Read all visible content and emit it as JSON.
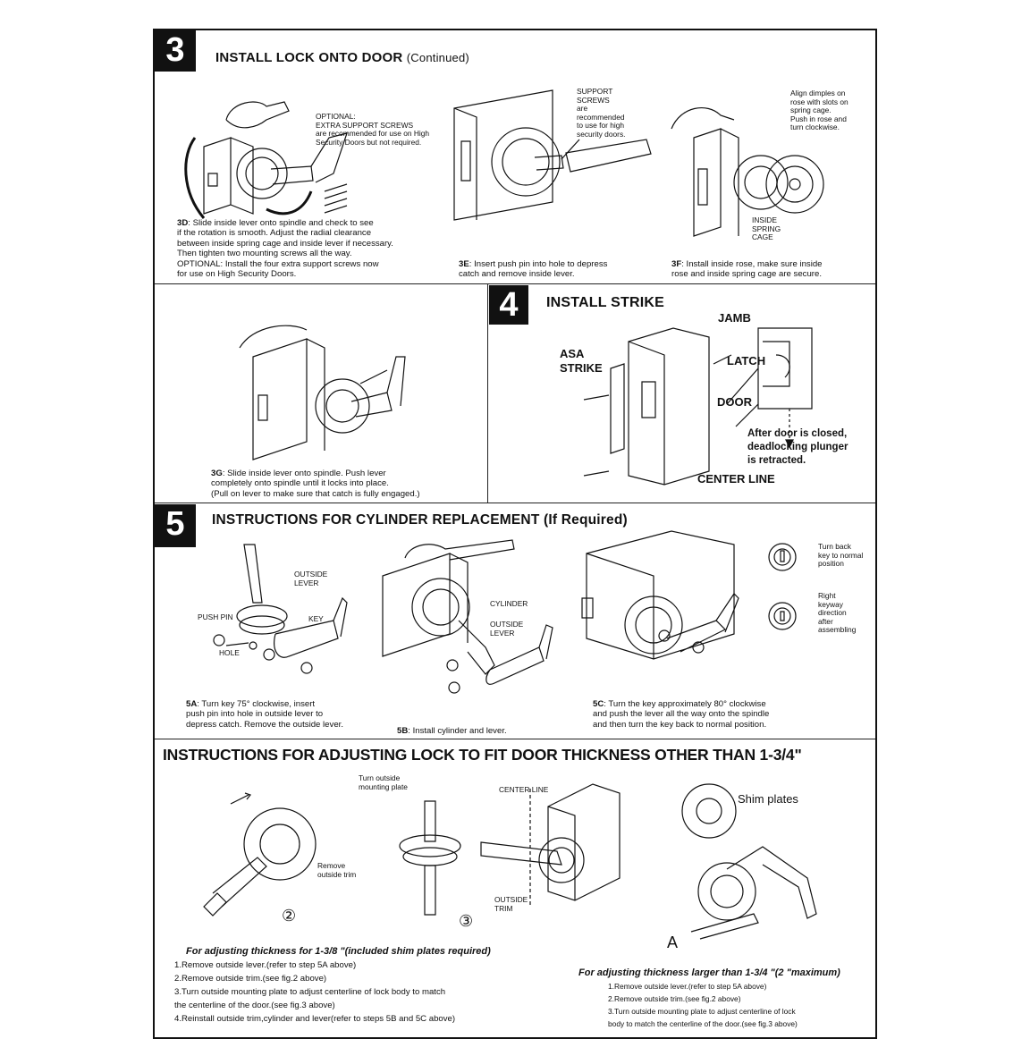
{
  "step3": {
    "number": "3",
    "title": "INSTALL LOCK ONTO DOOR",
    "title_sub": "(Continued)",
    "optional_note": "OPTIONAL:\nEXTRA SUPPORT SCREWS\nare recommended for use on High\nSecurity Doors but not required.",
    "caption_3d_label": "3D",
    "caption_3d": ": Slide inside lever onto spindle and check to see\nif the rotation is smooth. Adjust the radial clearance\nbetween inside spring cage and inside lever if necessary.\nThen tighten two mounting screws all the way.\nOPTIONAL: Install the four extra support screws now\n              for use on High Security Doors.",
    "support_note": "SUPPORT\nSCREWS\nare\nrecommended\nto use for high\nsecurity doors.",
    "caption_3e_label": "3E",
    "caption_3e": ": Insert push pin into hole to depress\ncatch and  remove inside lever.",
    "align_note": "Align dimples on\nrose with slots on\nspring cage.\nPush in rose and\nturn clockwise.",
    "inside_spring_cage": "INSIDE\nSPRING\nCAGE",
    "caption_3f_label": "3F",
    "caption_3f": ": Install inside rose, make sure inside\nrose and inside spring cage are secure.",
    "caption_3g_label": "3G",
    "caption_3g": ": Slide inside lever onto spindle. Push lever\ncompletely onto spindle until it locks into place.\n(Pull on lever to make sure that catch is fully engaged.)"
  },
  "step4": {
    "number": "4",
    "title": "INSTALL STRIKE",
    "jamb": "JAMB",
    "asa_strike": "ASA\nSTRIKE",
    "latch": "LATCH",
    "door": "DOOR",
    "plunger_note": "After door is closed,\ndeadlocking plunger\nis retracted.",
    "center_line": "CENTER  LINE"
  },
  "step5": {
    "number": "5",
    "title": "INSTRUCTIONS FOR CYLINDER REPLACEMENT (If Required)",
    "outside_lever": "OUTSIDE\nLEVER",
    "push_pin": "PUSH PIN",
    "key": "KEY",
    "hole": "HOLE",
    "cylinder": "CYLINDER",
    "outside_lever_2": "OUTSIDE\nLEVER",
    "turn_back_note": "Turn back\nkey to normal\nposition",
    "right_keyway_note": "Right\nkeyway\ndirection\nafter\nassembling",
    "caption_5a_label": "5A",
    "caption_5a": ": Turn key 75°  clockwise, insert\npush pin into hole in outside lever to\ndepress catch. Remove the outside lever.",
    "caption_5b_label": "5B",
    "caption_5b": ": Install cylinder and lever.",
    "caption_5c_label": "5C",
    "caption_5c": ": Turn the key approximately 80°  clockwise\nand push the lever all the way onto the spindle\nand then turn the key back to normal position."
  },
  "adjust": {
    "title": "INSTRUCTIONS FOR ADJUSTING LOCK TO FIT DOOR THICKNESS OTHER THAN 1-3/4\"",
    "turn_plate": "Turn outside\nmounting plate",
    "center_line": "CENTER LINE",
    "remove_trim": "Remove\noutside trim",
    "outside_trim": "OUTSIDE\nTRIM",
    "shim_plates": "Shim plates",
    "fig2": "②",
    "fig3": "③",
    "fig_a": "A",
    "left_title": "For  adjusting thickness for 1-3/8 \"(included shim plates required)",
    "left_steps": [
      "1.Remove outside lever.(refer to step 5A above)",
      "2.Remove outside trim.(see fig.2 above)",
      "3.Turn outside mounting plate to adjust centerline of lock body to match",
      "   the centerline  of the door.(see fig.3 above)",
      "4.Reinstall outside trim,cylinder and lever(refer to steps 5B and 5C above)"
    ],
    "right_title": "For  adjusting thickness larger than 1-3/4 \"(2 \"maximum)",
    "right_steps": [
      "1.Remove outside lever.(refer to step 5A above)",
      "2.Remove outside trim.(see fig.2 above)",
      "3.Turn outside mounting plate to adjust centerline of lock",
      "   body to match  the centerline  of the door.(see fig.3 above)"
    ]
  }
}
